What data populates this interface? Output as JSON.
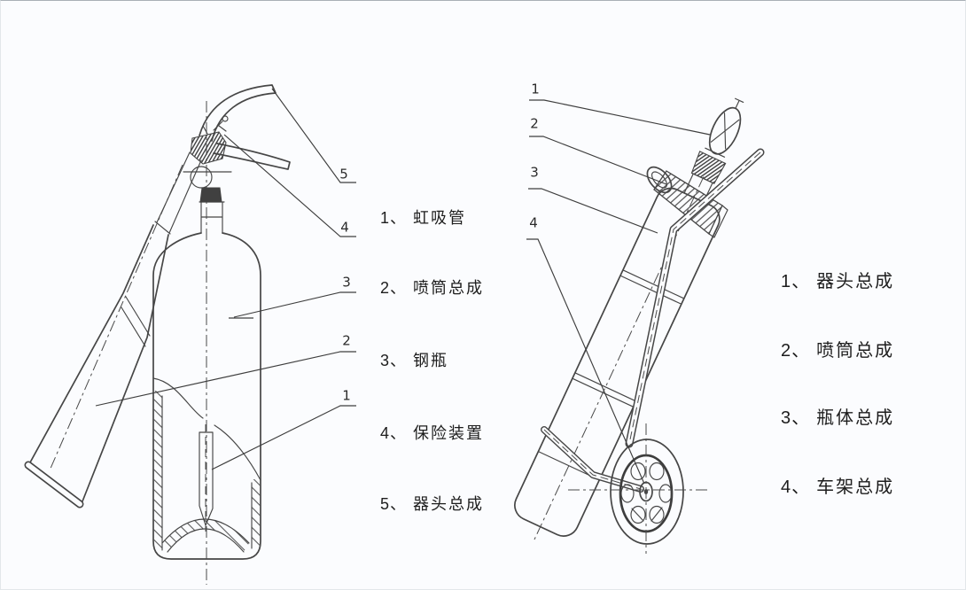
{
  "canvas": {
    "background": "#fbfcfe",
    "line_color": "#464646",
    "text_color": "#1d1d1d"
  },
  "left_figure": {
    "callouts": {
      "n1": "1",
      "n2": "2",
      "n3": "3",
      "n4": "4",
      "n5": "5"
    },
    "legend": [
      {
        "num": "1、",
        "label": "虹吸管"
      },
      {
        "num": "2、",
        "label": "喷筒总成"
      },
      {
        "num": "3、",
        "label": "钢瓶"
      },
      {
        "num": "4、",
        "label": "保险装置"
      },
      {
        "num": "5、",
        "label": "器头总成"
      }
    ]
  },
  "right_figure": {
    "callouts": {
      "n1": "1",
      "n2": "2",
      "n3": "3",
      "n4": "4"
    },
    "legend": [
      {
        "num": "1、",
        "label": "器头总成"
      },
      {
        "num": "2、",
        "label": "喷筒总成"
      },
      {
        "num": "3、",
        "label": "瓶体总成"
      },
      {
        "num": "4、",
        "label": "车架总成"
      }
    ]
  }
}
